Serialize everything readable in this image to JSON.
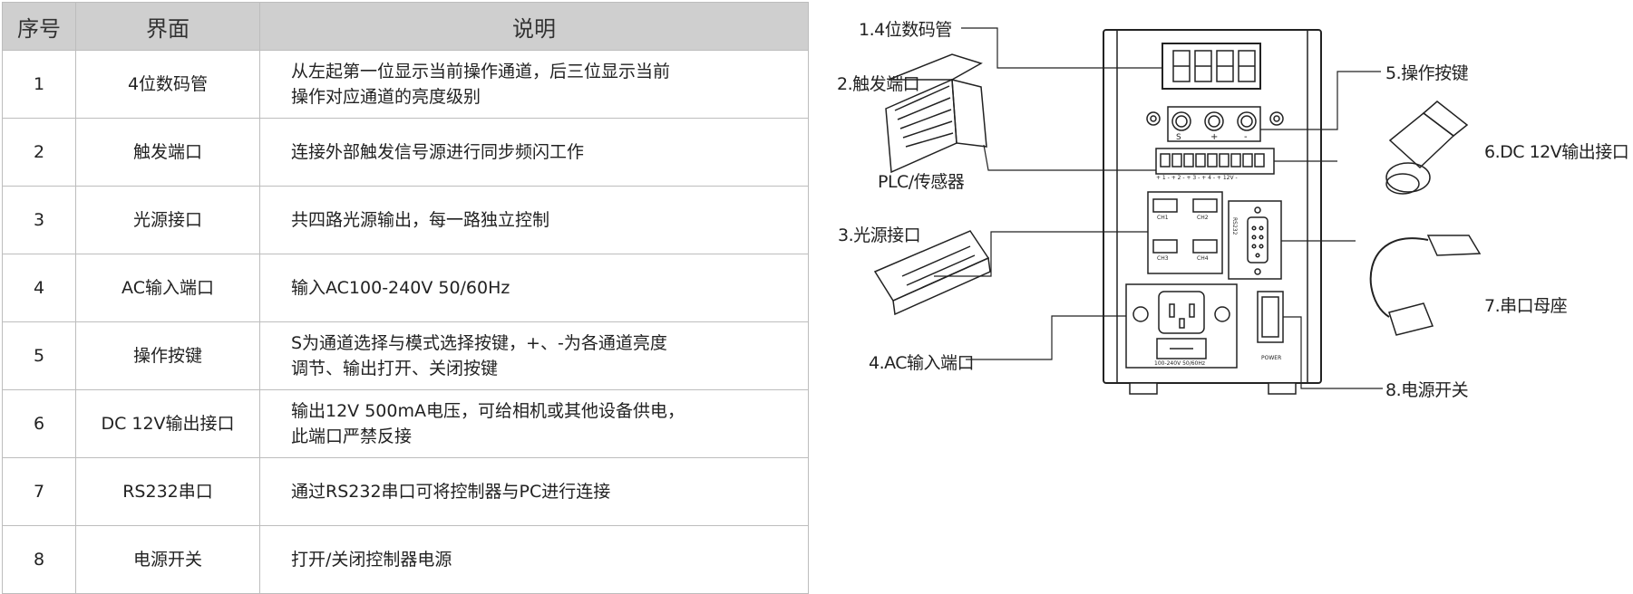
{
  "table": {
    "headers": [
      "序号",
      "界面",
      "说明"
    ],
    "rows": [
      {
        "no": "1",
        "name": "4位数码管",
        "desc": [
          "从左起第一位显示当前操作通道，后三位显示当前",
          "操作对应通道的亮度级别"
        ]
      },
      {
        "no": "2",
        "name": "触发端口",
        "desc": [
          "连接外部触发信号源进行同步频闪工作"
        ]
      },
      {
        "no": "3",
        "name": "光源接口",
        "desc": [
          "共四路光源输出，每一路独立控制"
        ]
      },
      {
        "no": "4",
        "name": "AC输入端口",
        "desc": [
          "输入AC100-240V 50/60Hz"
        ]
      },
      {
        "no": "5",
        "name": "操作按键",
        "desc": [
          "S为通道选择与模式选择按键，+、-为各通道亮度",
          "调节、输出打开、关闭按键"
        ]
      },
      {
        "no": "6",
        "name": "DC 12V输出接口",
        "desc": [
          "输出12V 500mA电压，可给相机或其他设备供电，",
          "此端口严禁反接"
        ]
      },
      {
        "no": "7",
        "name": "RS232串口",
        "desc": [
          "通过RS232串口可将控制器与PC进行连接"
        ]
      },
      {
        "no": "8",
        "name": "电源开关",
        "desc": [
          "打开/关闭控制器电源"
        ]
      }
    ]
  },
  "diagram": {
    "labels": {
      "digit_tube": "1.4位数码管",
      "trigger_port": "2.触发端口",
      "plc_sensor": "PLC/传感器",
      "light_port": "3.光源接口",
      "ac_input": "4.AC输入端口",
      "buttons": "5.操作按键",
      "dc_output": "6.DC 12V输出接口",
      "serial": "7.串口母座",
      "power_switch": "8.电源开关"
    },
    "panel_text": {
      "btn_s": "S",
      "btn_plus": "+",
      "btn_minus": "-",
      "terminal": "+ 1 -  + 2 -  + 3 -  + 4 -  + 12V -",
      "ch1": "CH1",
      "ch2": "CH2",
      "ch3": "CH3",
      "ch4": "CH4",
      "rs232": "RS232",
      "ac_spec": "100-240V 50/60Hz",
      "power": "POWER"
    }
  }
}
